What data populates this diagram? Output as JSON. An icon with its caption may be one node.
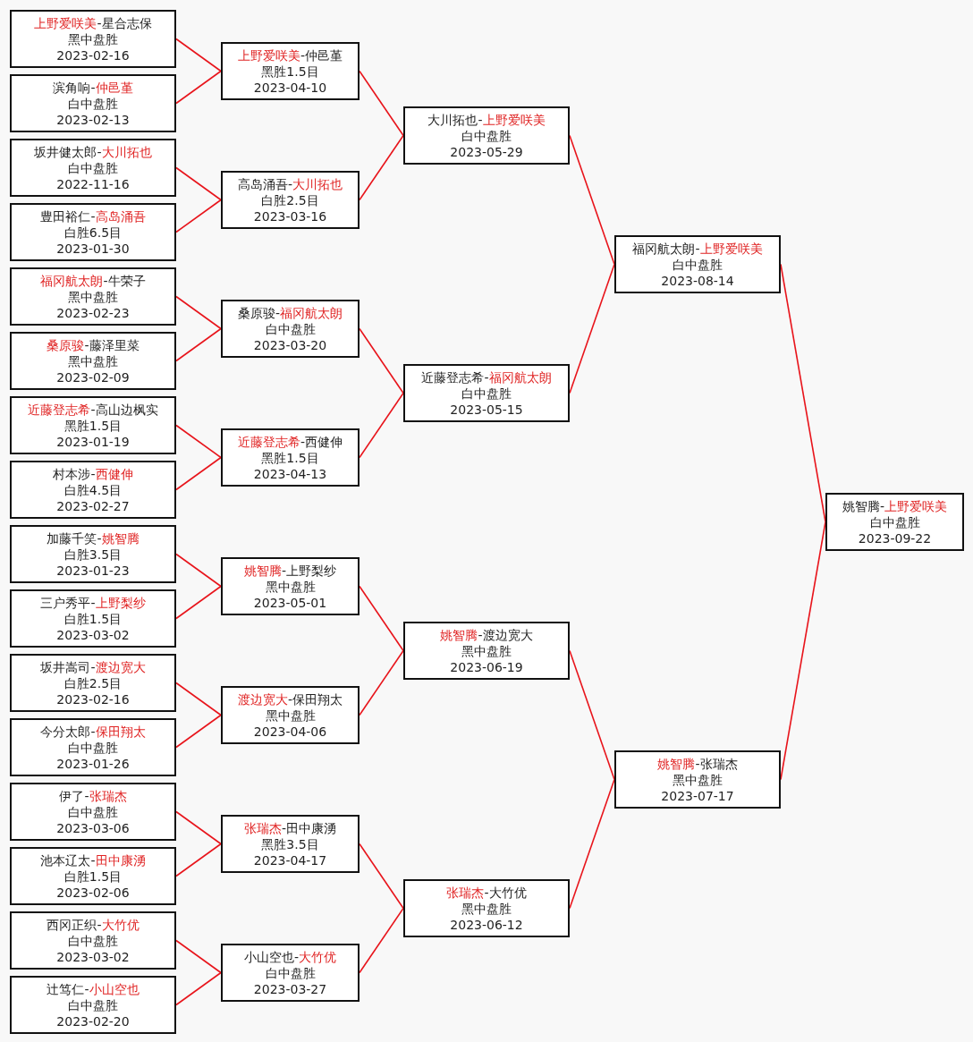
{
  "diagram": {
    "nodes": [
      {
        "text": [
          "上野爱咲美-星合志保",
          "黑中盘胜",
          "2023-02-16"
        ]
      },
      {
        "text": [
          "滨角响-仲邑堇",
          "白中盘胜",
          "2023-02-13"
        ]
      },
      {
        "text": [
          "坂井健太郎-大川拓也",
          "白中盘胜",
          "2022-11-16"
        ]
      },
      {
        "text": [
          "豊田裕仁-高岛涌吾",
          "白胜6.5目",
          "2023-01-30"
        ]
      },
      {
        "text": [
          "福冈航太朗-牛荣子",
          "黑中盘胜",
          "2023-02-23"
        ]
      },
      {
        "text": [
          "桑原骏-藤泽里菜",
          "黑中盘胜",
          "2023-02-09"
        ]
      },
      {
        "text": [
          "近藤登志希-高山边枫实",
          "黑胜1.5目",
          "2023-01-19"
        ]
      },
      {
        "text": [
          "村本涉-西健伸",
          "白胜4.5目",
          "2023-02-27"
        ]
      },
      {
        "text": [
          "加藤千笑-姚智腾",
          "白胜3.5目",
          "2023-01-23"
        ]
      },
      {
        "text": [
          "三户秀平-上野梨纱",
          "白胜1.5目",
          "2023-03-02"
        ]
      },
      {
        "text": [
          "坂井嵩司-渡边宽大",
          "白胜2.5目",
          "2023-02-16"
        ]
      },
      {
        "text": [
          "今分太郎-保田翔太",
          "白中盘胜",
          "2023-01-26"
        ]
      },
      {
        "text": [
          "伊了-张瑞杰",
          "白中盘胜",
          "2023-03-06"
        ]
      },
      {
        "text": [
          "池本辽太-田中康湧",
          "白胜1.5目",
          "2023-02-06"
        ]
      },
      {
        "text": [
          "西冈正织-大竹优",
          "白中盘胜",
          "2023-03-02"
        ]
      },
      {
        "text": [
          "辻笃仁-小山空也",
          "白中盘胜",
          "2023-02-20"
        ]
      },
      {
        "text": [
          "上野爱咲美-仲邑堇",
          "黑胜1.5目",
          "2023-04-10"
        ]
      },
      {
        "text": [
          "高岛涌吾-大川拓也",
          "白胜2.5目",
          "2023-03-16"
        ]
      },
      {
        "text": [
          "桑原骏-福冈航太朗",
          "白中盘胜",
          "2023-03-20"
        ]
      },
      {
        "text": [
          "近藤登志希-西健伸",
          "黑胜1.5目",
          "2023-04-13"
        ]
      },
      {
        "text": [
          "姚智腾-上野梨纱",
          "黑中盘胜",
          "2023-05-01"
        ]
      },
      {
        "text": [
          "渡边宽大-保田翔太",
          "黑中盘胜",
          "2023-04-06"
        ]
      },
      {
        "text": [
          "张瑞杰-田中康湧",
          "黑胜3.5目",
          "2023-04-17"
        ]
      },
      {
        "text": [
          "小山空也-大竹优",
          "白中盘胜",
          "2023-03-27"
        ]
      },
      {
        "text": [
          "大川拓也-上野爱咲美",
          "白中盘胜",
          "2023-05-29"
        ]
      },
      {
        "text": [
          "近藤登志希-福冈航太朗",
          "白中盘胜",
          "2023-05-15"
        ]
      },
      {
        "text": [
          "姚智腾-渡边宽大",
          "黑中盘胜",
          "2023-06-19"
        ]
      },
      {
        "text": [
          "张瑞杰-大竹优",
          "黑中盘胜",
          "2023-06-12"
        ]
      },
      {
        "text": [
          "福冈航太朗-上野爱咲美",
          "白中盘胜",
          "2023-08-14"
        ]
      },
      {
        "text": [
          "姚智腾-张瑞杰",
          "黑中盘胜",
          "2023-07-17"
        ]
      },
      {
        "text": [
          "姚智腾-上野爱咲美",
          "白中盘胜",
          "2023-09-22"
        ]
      }
    ],
    "edges": [
      {
        "from": 0,
        "to": 16,
        "arrow": "none"
      },
      {
        "from": 1,
        "to": 16,
        "arrow": "none"
      },
      {
        "from": 2,
        "to": 17,
        "arrow": "none"
      },
      {
        "from": 3,
        "to": 17,
        "arrow": "none"
      },
      {
        "from": 4,
        "to": 18,
        "arrow": "none"
      },
      {
        "from": 5,
        "to": 18,
        "arrow": "none"
      },
      {
        "from": 6,
        "to": 19,
        "arrow": "none"
      },
      {
        "from": 7,
        "to": 19,
        "arrow": "none"
      },
      {
        "from": 8,
        "to": 20,
        "arrow": "none"
      },
      {
        "from": 9,
        "to": 20,
        "arrow": "none"
      },
      {
        "from": 10,
        "to": 21,
        "arrow": "none"
      },
      {
        "from": 11,
        "to": 21,
        "arrow": "none"
      },
      {
        "from": 12,
        "to": 22,
        "arrow": "none"
      },
      {
        "from": 13,
        "to": 22,
        "arrow": "none"
      },
      {
        "from": 14,
        "to": 23,
        "arrow": "none"
      },
      {
        "from": 15,
        "to": 23,
        "arrow": "none"
      },
      {
        "from": 16,
        "to": 24,
        "arrow": "none"
      },
      {
        "from": 17,
        "to": 24,
        "arrow": "none"
      },
      {
        "from": 18,
        "to": 25,
        "arrow": "none"
      },
      {
        "from": 19,
        "to": 25,
        "arrow": "none"
      },
      {
        "from": 20,
        "to": 26,
        "arrow": "none"
      },
      {
        "from": 21,
        "to": 26,
        "arrow": "none"
      },
      {
        "from": 22,
        "to": 27,
        "arrow": "none"
      },
      {
        "from": 23,
        "to": 27,
        "arrow": "none"
      },
      {
        "from": 24,
        "to": 28,
        "arrow": "none"
      },
      {
        "from": 25,
        "to": 28,
        "arrow": "none"
      },
      {
        "from": 26,
        "to": 29,
        "arrow": "none"
      },
      {
        "from": 27,
        "to": 29,
        "arrow": "none"
      },
      {
        "from": 28,
        "to": 30,
        "arrow": "none"
      },
      {
        "from": 29,
        "to": 30,
        "arrow": "none"
      }
    ]
  }
}
